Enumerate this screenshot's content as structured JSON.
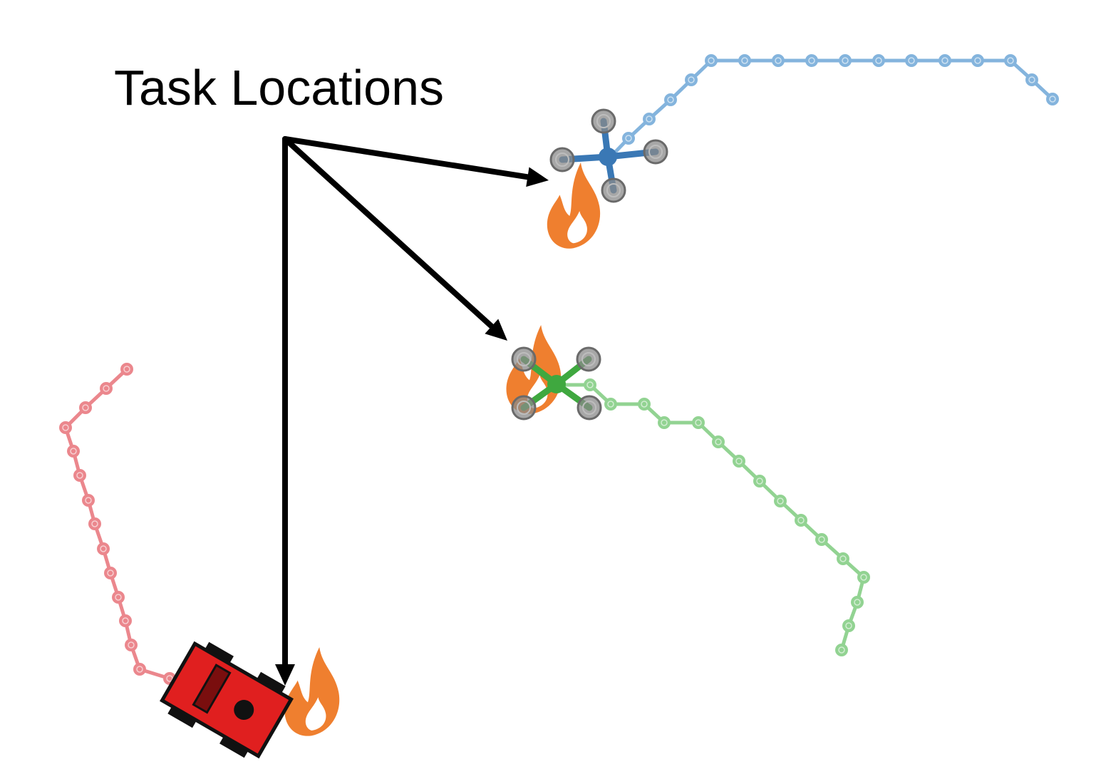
{
  "annotation": {
    "label": "Task Locations"
  },
  "colors": {
    "blue_robot": "#3a78b5",
    "blue_path": "#6fa8d8",
    "green_robot": "#3fa83f",
    "green_path": "#7fcc7f",
    "red_robot": "#e01f1f",
    "red_path": "#e8737a",
    "fire": "#ef7f2f",
    "rotor": "#8a8a8a",
    "arrow": "#000000"
  },
  "robots": [
    {
      "name": "blue-quadrotor",
      "type": "quadrotor",
      "color_key": "blue_robot"
    },
    {
      "name": "green-quadrotor",
      "type": "quadrotor",
      "color_key": "green_robot"
    },
    {
      "name": "red-ground-robot",
      "type": "ground",
      "color_key": "red_robot"
    }
  ],
  "tasks": [
    {
      "name": "fire-task-1",
      "icon": "fire-icon"
    },
    {
      "name": "fire-task-2",
      "icon": "fire-icon"
    },
    {
      "name": "fire-task-3",
      "icon": "fire-icon"
    }
  ]
}
